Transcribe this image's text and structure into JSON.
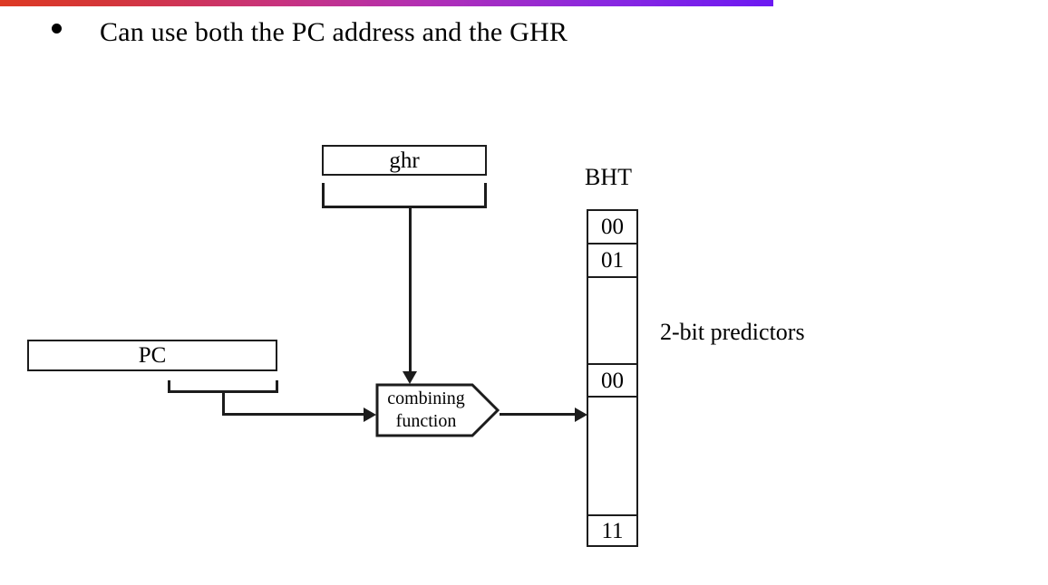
{
  "slide": {
    "accent_bar": {
      "name": "accent-bar",
      "color_start": "#dd3a24",
      "color_mid": "#b22fb4",
      "color_end": "#6c19f2"
    },
    "bullet": {
      "marker": "bullet-dot",
      "text": "Can use both the PC address and the GHR"
    }
  },
  "diagram": {
    "ghr_box": {
      "label": "ghr"
    },
    "pc_box": {
      "label": "PC"
    },
    "combining_function": {
      "line1": "combining",
      "line2": "function"
    },
    "bht": {
      "title": "BHT",
      "rows": [
        {
          "value": "00"
        },
        {
          "value": "01"
        },
        {
          "value": ""
        },
        {
          "value": "00"
        },
        {
          "value": ""
        },
        {
          "value": "11"
        }
      ]
    },
    "annotation": {
      "predictors_label": "2-bit predictors"
    }
  }
}
